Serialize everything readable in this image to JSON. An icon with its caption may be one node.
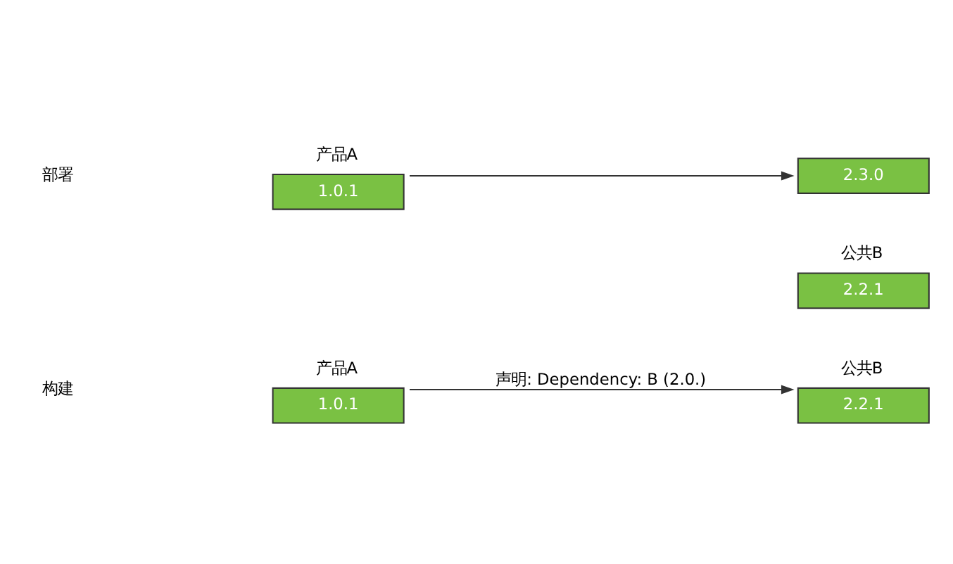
{
  "diagram": {
    "nodes": [
      {
        "text": [
          "1.0.1"
        ],
        "beside": [
          "产品A"
        ]
      },
      {
        "text": [
          "2.2.1"
        ],
        "beside": [
          "公共B"
        ]
      },
      {
        "text": [
          "2.2.1"
        ],
        "beside": [
          "公共B"
        ]
      },
      {
        "text": [
          "1.0.1"
        ],
        "beside": [
          "产品A"
        ]
      },
      {
        "text": [
          "2.3.0"
        ]
      }
    ],
    "edges": [
      {
        "from": 0,
        "to": 1,
        "arrow": "to",
        "label": "声明: Dependency: B (2.0.)"
      },
      {
        "from": 3,
        "to": 4,
        "arrow": "to"
      }
    ],
    "labels": [
      "构建",
      "部署"
    ]
  }
}
